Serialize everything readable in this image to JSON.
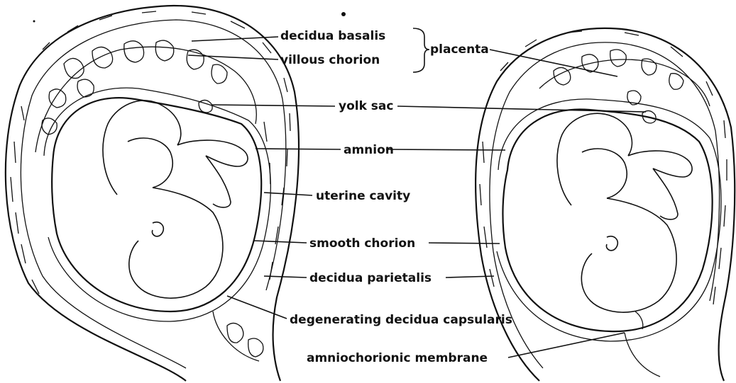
{
  "labels": {
    "decidua_basalis": "decidua basalis",
    "villous_chorion": "villous chorion",
    "placenta": "placenta",
    "yolk_sac": "yolk sac",
    "amnion": "amnion",
    "uterine_cavity": "uterine cavity",
    "smooth_chorion": "smooth chorion",
    "decidua_parietalis": "decidua parietalis",
    "degenerating_decidua_capsularis": "degenerating decidua capsularis",
    "amniochorionic_membrane": "amniochorionic membrane"
  },
  "colors": {
    "ink": "#111111",
    "paper": "#ffffff"
  }
}
